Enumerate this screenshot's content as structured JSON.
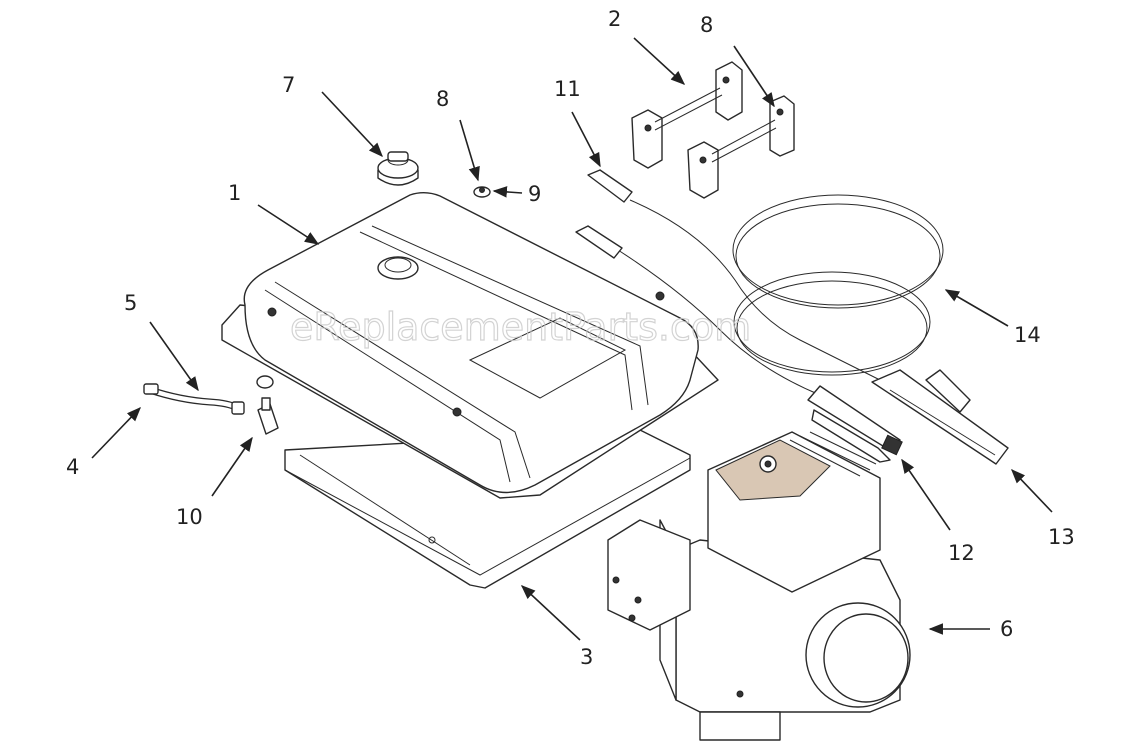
{
  "watermark": "eReplacementParts.com",
  "accent_color": "#d9c7b4",
  "line_color": "#2a2a2a",
  "callouts": [
    {
      "label": "1",
      "part": "fuel tank"
    },
    {
      "label": "2",
      "part": "bracket"
    },
    {
      "label": "3",
      "part": "tray"
    },
    {
      "label": "4",
      "part": "hose fitting"
    },
    {
      "label": "5",
      "part": "fuel line"
    },
    {
      "label": "6",
      "part": "engine"
    },
    {
      "label": "7",
      "part": "fuel cap"
    },
    {
      "label": "8",
      "part": "fastener"
    },
    {
      "label": "8",
      "part": "fastener"
    },
    {
      "label": "9",
      "part": "washer"
    },
    {
      "label": "10",
      "part": "tee fitting"
    },
    {
      "label": "11",
      "part": "cable connector"
    },
    {
      "label": "12",
      "part": "ground clamp"
    },
    {
      "label": "13",
      "part": "electrode holder"
    },
    {
      "label": "14",
      "part": "cable"
    }
  ]
}
